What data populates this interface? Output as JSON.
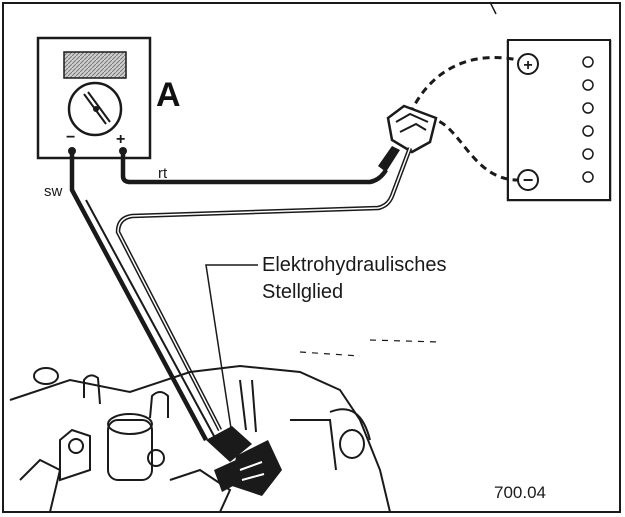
{
  "meter": {
    "range_label": "A",
    "minus_sign": "−",
    "plus_sign": "+"
  },
  "wires": {
    "red_label": "rt",
    "black_label": "sw"
  },
  "battery": {
    "positive_sign": "+",
    "negative_sign": "−"
  },
  "callout": {
    "line1": "Elektrohydraulisches",
    "line2": "Stellglied"
  },
  "figure_number": "700.04",
  "colors": {
    "ink": "#1a1a1a",
    "paper": "#ffffff",
    "screen_fill": "#b5b5b5"
  }
}
